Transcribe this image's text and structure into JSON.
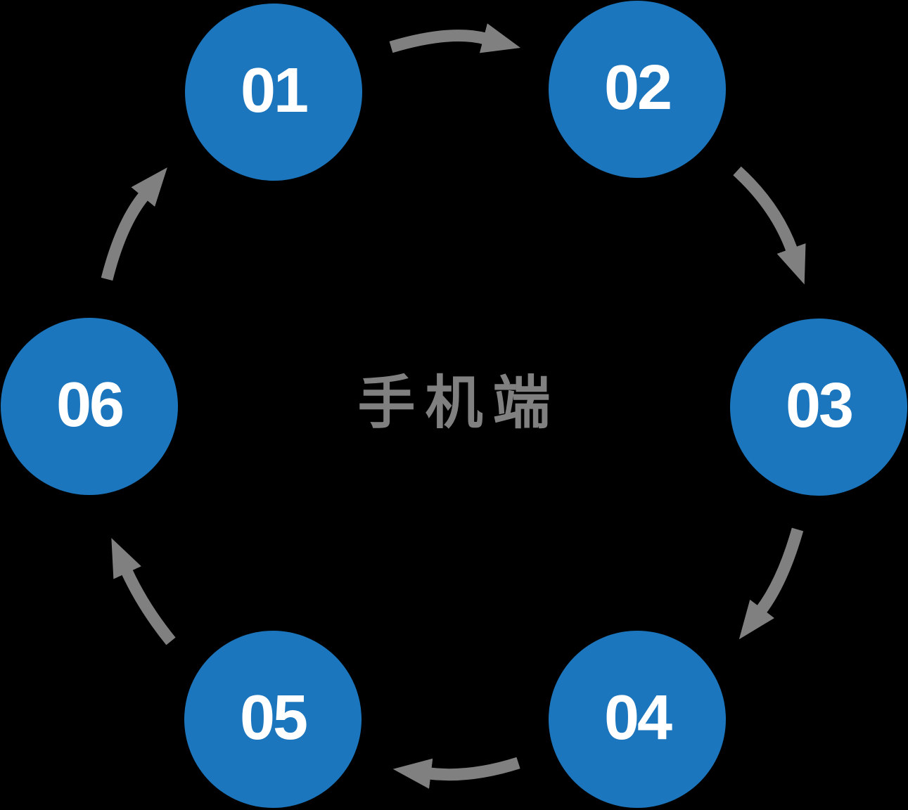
{
  "diagram": {
    "type": "cycle",
    "center_label": "手机端",
    "nodes": [
      {
        "id": "node-01",
        "label": "01"
      },
      {
        "id": "node-02",
        "label": "02"
      },
      {
        "id": "node-03",
        "label": "03"
      },
      {
        "id": "node-04",
        "label": "04"
      },
      {
        "id": "node-05",
        "label": "05"
      },
      {
        "id": "node-06",
        "label": "06"
      }
    ],
    "flow_order": [
      "01",
      "02",
      "03",
      "04",
      "05",
      "06",
      "01"
    ],
    "flow_direction": "clockwise",
    "colors": {
      "background": "#000000",
      "node_fill": "#1B76BD",
      "node_label": "#FFFFFF",
      "arrow": "#808080",
      "center_label": "#808080"
    }
  }
}
